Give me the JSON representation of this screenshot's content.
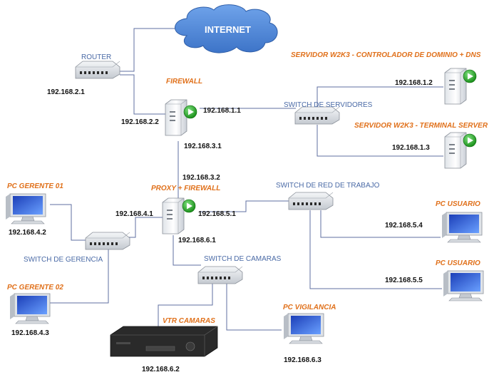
{
  "cloud": {
    "label": "INTERNET"
  },
  "labels": {
    "router": "ROUTER",
    "firewall": "FIREWALL",
    "switch_servers": "SWITCH DE SERVIDORES",
    "server_dc": "SERVIDOR W2K3 - CONTROLADOR DE DOMINIO  + DNS",
    "server_ts": "SERVIDOR W2K3 - TERMINAL SERVER",
    "proxy_firewall": "PROXY + FIREWALL",
    "switch_work": "SWITCH DE RED DE TRABAJO",
    "pc_user_1": "PC USUARIO",
    "pc_user_2": "PC USUARIO",
    "pc_manager_1": "PC GERENTE 01",
    "pc_manager_2": "PC GERENTE 02",
    "switch_mgmt": "SWITCH DE GERENCIA",
    "switch_cams": "SWITCH DE CAMARAS",
    "vtr": "VTR CAMARAS",
    "pc_surveillance": "PC VIGILANCIA"
  },
  "ips": {
    "router": "192.168.2.1",
    "firewall_wan": "192.168.2.2",
    "firewall_lan": "192.168.1.1",
    "server_dc": "192.168.1.2",
    "server_ts": "192.168.1.3",
    "firewall_dmz": "192.168.3.1",
    "proxy_wan": "192.168.3.2",
    "proxy_mgmt": "192.168.4.1",
    "proxy_work": "192.168.5.1",
    "proxy_cams": "192.168.6.1",
    "pc_manager_1": "192.168.4.2",
    "pc_manager_2": "192.168.4.3",
    "pc_user_1": "192.168.5.4",
    "pc_user_2": "192.168.5.5",
    "vtr": "192.168.6.2",
    "pc_surveillance": "192.168.6.3"
  },
  "colors": {
    "link": "#5f6fa0",
    "label_blue": "#4a6aa6",
    "label_orange": "#e0701a",
    "cloud": "#4f86d6",
    "play": "#1ea51e"
  }
}
